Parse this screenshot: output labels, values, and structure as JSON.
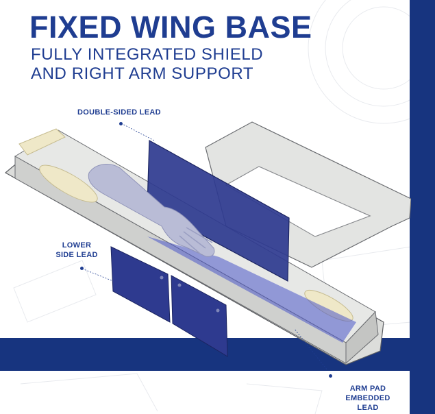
{
  "header": {
    "title": "FIXED WING BASE",
    "subtitle_line1": "FULLY INTEGRATED SHIELD",
    "subtitle_line2": "AND RIGHT ARM SUPPORT"
  },
  "callouts": {
    "double_sided": "DOUBLE-SIDED LEAD",
    "lower_side_line1": "LOWER",
    "lower_side_line2": "SIDE LEAD",
    "arm_pad_line1": "ARM PAD",
    "arm_pad_line2": "EMBEDDED",
    "arm_pad_line3": "LEAD"
  },
  "colors": {
    "brand_blue": "#1f3d91",
    "band_blue": "#17347f",
    "lead_shield": "#2e3a8f",
    "base_gray": "#e3e4e2",
    "pad_cream": "#efe8c8"
  }
}
